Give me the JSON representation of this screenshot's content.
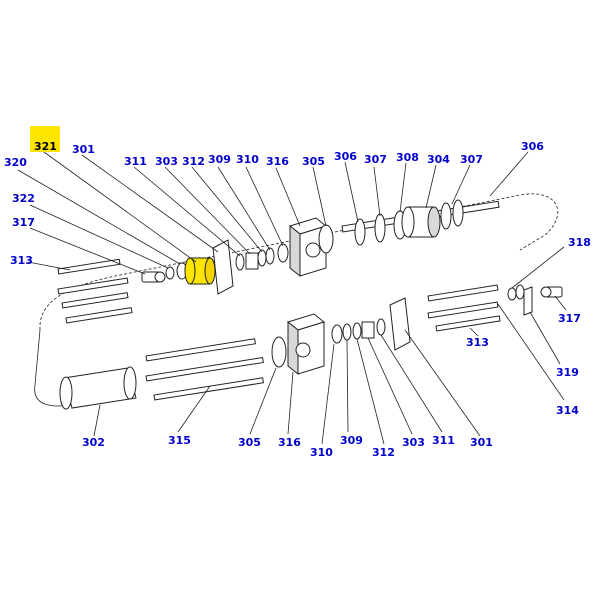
{
  "colors": {
    "label": "#0000cc",
    "highlight": "#ffe600",
    "line": "#222222",
    "background": "#ffffff"
  },
  "highlighted_part": "321",
  "labels": {
    "l321": "321",
    "l301a": "301",
    "l311a": "311",
    "l303a": "303",
    "l312a": "312",
    "l309a": "309",
    "l310a": "310",
    "l316a": "316",
    "l305a": "305",
    "l306a": "306",
    "l307a": "307",
    "l308": "308",
    "l304": "304",
    "l307b": "307",
    "l306b": "306",
    "l320": "320",
    "l322": "322",
    "l317a": "317",
    "l313a": "313",
    "l318": "318",
    "l317b": "317",
    "l313b": "313",
    "l319": "319",
    "l314": "314",
    "l302": "302",
    "l315": "315",
    "l305b": "305",
    "l316b": "316",
    "l310b": "310",
    "l309b": "309",
    "l312b": "312",
    "l303b": "303",
    "l311b": "311",
    "l301b": "301"
  }
}
